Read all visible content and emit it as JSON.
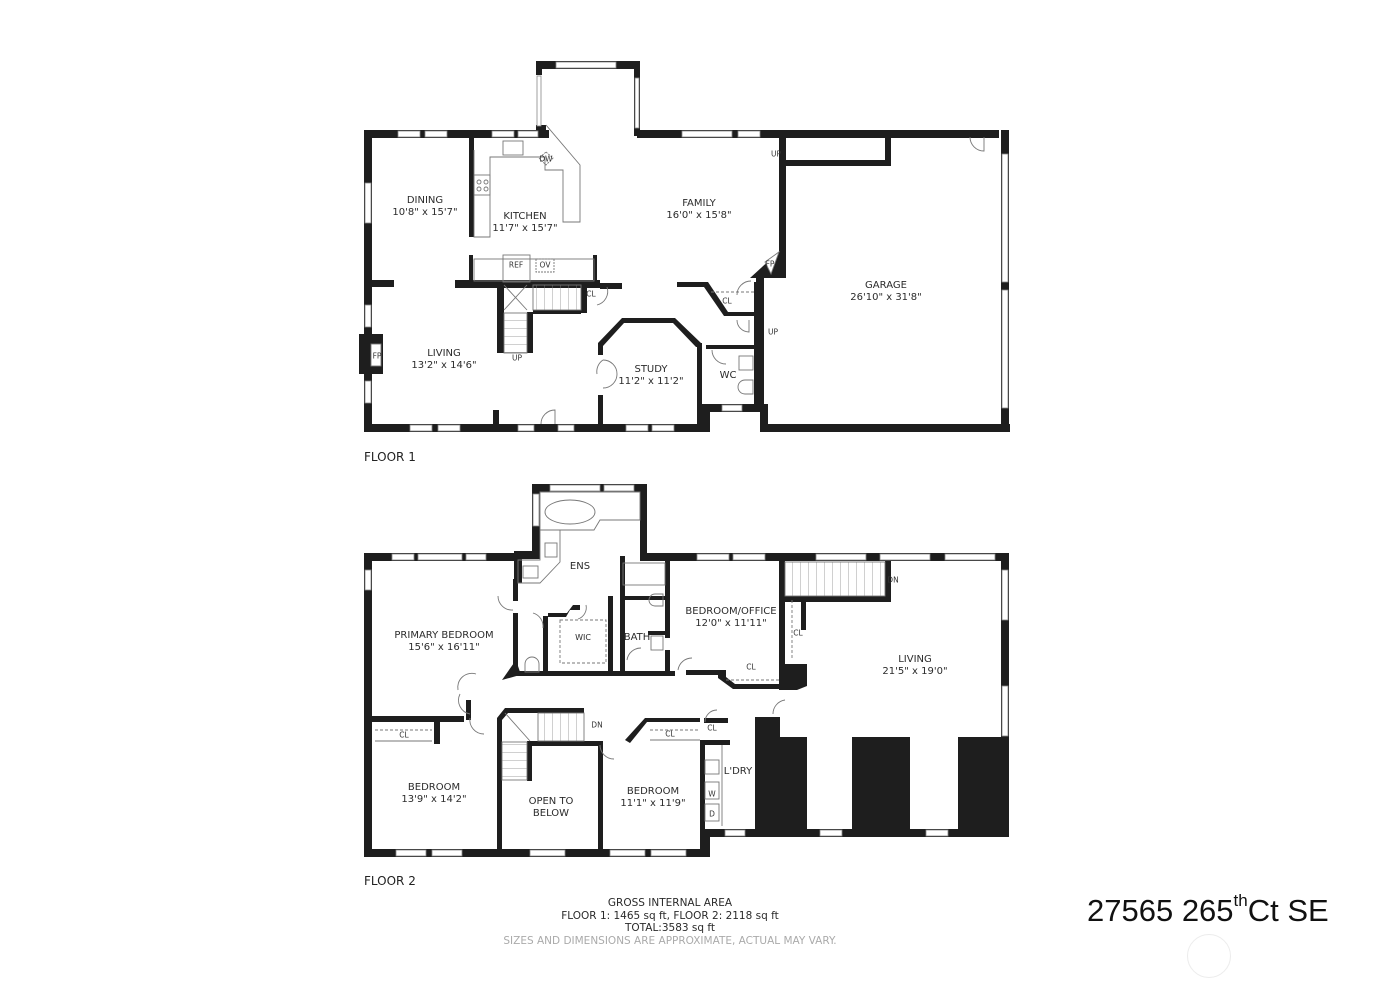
{
  "floor1": {
    "title": "FLOOR 1",
    "rooms": [
      {
        "name": "DINING",
        "dim": "10'8\" x 15'7\""
      },
      {
        "name": "KITCHEN",
        "dim": "11'7\" x 15'7\""
      },
      {
        "name": "FAMILY",
        "dim": "16'0\" x 15'8\""
      },
      {
        "name": "GARAGE",
        "dim": "26'10\" x 31'8\""
      },
      {
        "name": "LIVING",
        "dim": "13'2\" x 14'6\""
      },
      {
        "name": "STUDY",
        "dim": "11'2\" x 11'2\""
      },
      {
        "name": "WC",
        "dim": ""
      }
    ],
    "fixtures": {
      "dw": "DW",
      "ref": "REF",
      "ov": "OV",
      "fp_family": "FP",
      "fp_living": "FP",
      "cl_stair": "CL",
      "cl_hall": "CL",
      "up_main": "UP",
      "up_garage": "UP",
      "up_stair": "UP"
    }
  },
  "floor2": {
    "title": "FLOOR 2",
    "rooms": [
      {
        "name": "PRIMARY BEDROOM",
        "dim": "15'6\" x 16'11\""
      },
      {
        "name": "ENS",
        "dim": ""
      },
      {
        "name": "WIC",
        "dim": ""
      },
      {
        "name": "BATH",
        "dim": ""
      },
      {
        "name": "BEDROOM/OFFICE",
        "dim": "12'0\" x 11'11\""
      },
      {
        "name": "LIVING",
        "dim": "21'5\" x 19'0\""
      },
      {
        "name": "BEDROOM",
        "dim": "13'9\" x 14'2\""
      },
      {
        "name": "OPEN TO",
        "dim": "BELOW"
      },
      {
        "name": "BEDROOM",
        "dim": "11'1\" x 11'9\""
      },
      {
        "name": "L'DRY",
        "dim": ""
      }
    ],
    "fixtures": {
      "cl_office": "CL",
      "cl_living": "CL",
      "cl_bed1": "CL",
      "cl_bed2": "CL",
      "cl_hall": "CL",
      "dn_living": "DN",
      "dn_stair": "DN",
      "w": "W",
      "d": "D"
    }
  },
  "summary": {
    "heading": "GROSS INTERNAL AREA",
    "floors": "FLOOR 1: 1465 sq ft, FLOOR 2: 2118 sq ft",
    "total": "TOTAL:3583 sq ft",
    "disclaimer": "SIZES AND DIMENSIONS ARE APPROXIMATE, ACTUAL MAY VARY."
  },
  "address": {
    "number": "27565 265",
    "suffix": "th",
    "street": "Ct SE"
  },
  "colors": {
    "wall": "#1e1e1e",
    "window": "#ffffff",
    "fixture_line": "#777777",
    "disclaimer": "#aaaaaa"
  }
}
